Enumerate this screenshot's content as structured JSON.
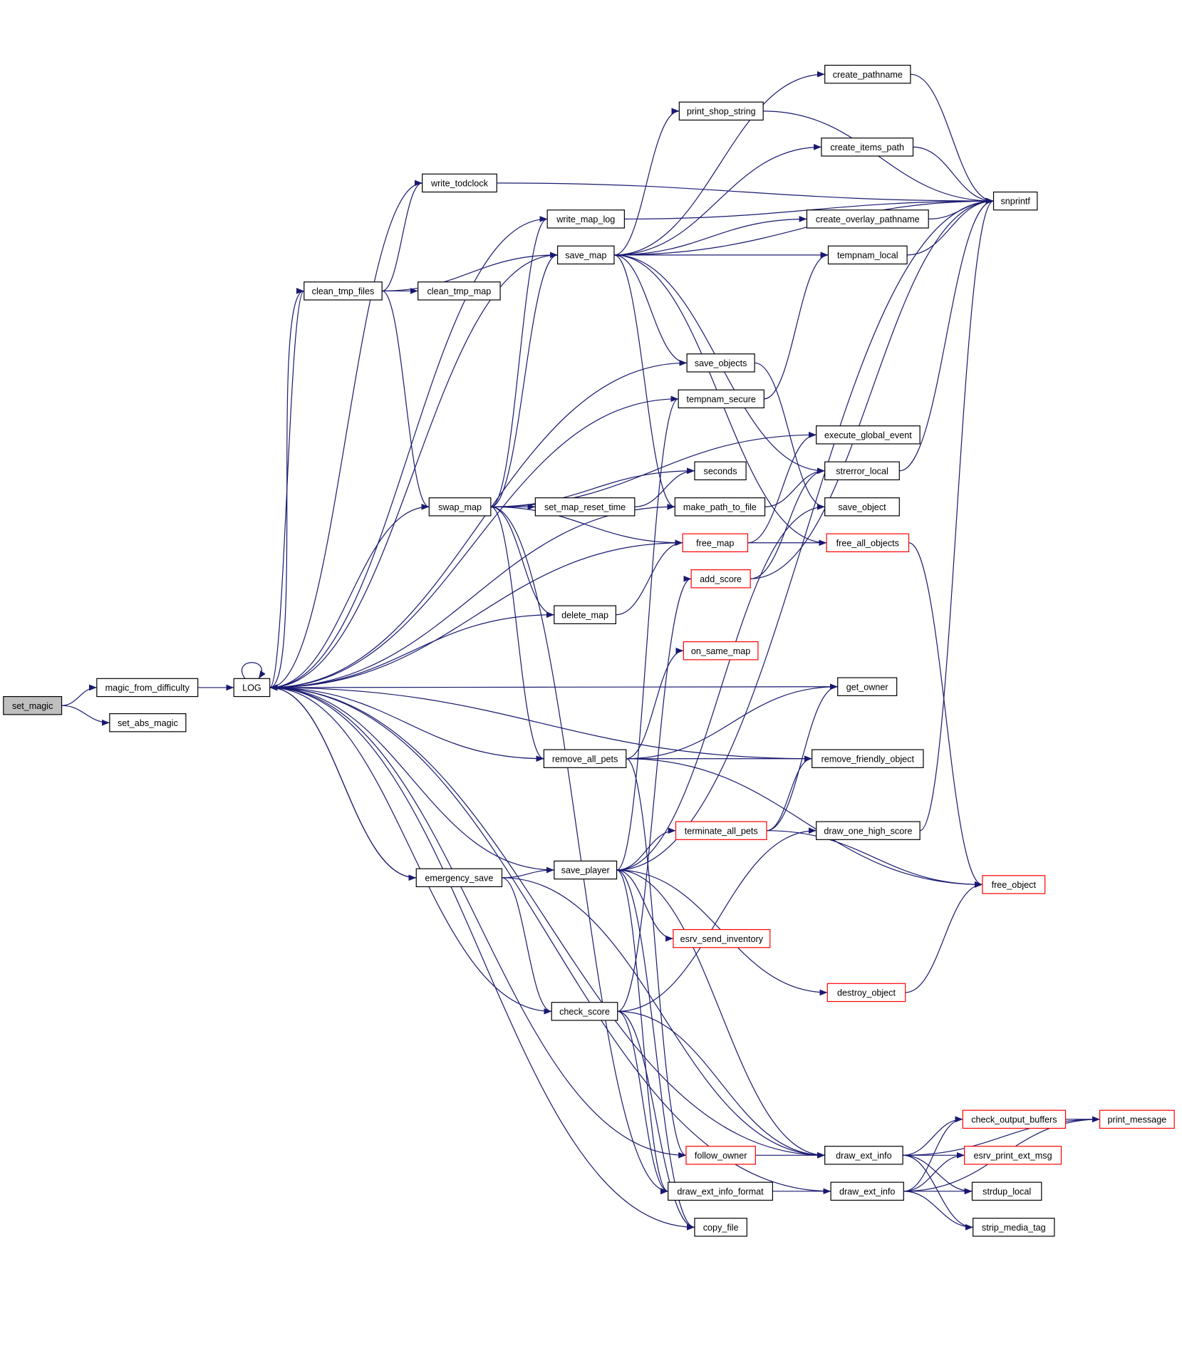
{
  "colors": {
    "edge": "#191970",
    "truncated_border": "#ff0000",
    "root_fill": "#bfbfbf"
  },
  "nodes": {
    "set_magic": {
      "label": "set_magic",
      "root": true
    },
    "magic_from_difficulty": {
      "label": "magic_from_difficulty"
    },
    "set_abs_magic": {
      "label": "set_abs_magic"
    },
    "LOG": {
      "label": "LOG"
    },
    "write_todclock": {
      "label": "write_todclock"
    },
    "clean_tmp_files": {
      "label": "clean_tmp_files"
    },
    "clean_tmp_map": {
      "label": "clean_tmp_map"
    },
    "write_map_log": {
      "label": "write_map_log"
    },
    "save_map": {
      "label": "save_map"
    },
    "create_pathname": {
      "label": "create_pathname"
    },
    "print_shop_string": {
      "label": "print_shop_string"
    },
    "create_items_path": {
      "label": "create_items_path"
    },
    "snprintf": {
      "label": "snprintf"
    },
    "create_overlay_pathname": {
      "label": "create_overlay_pathname"
    },
    "tempnam_local": {
      "label": "tempnam_local"
    },
    "save_objects": {
      "label": "save_objects"
    },
    "tempnam_secure": {
      "label": "tempnam_secure"
    },
    "execute_global_event": {
      "label": "execute_global_event"
    },
    "seconds": {
      "label": "seconds"
    },
    "strerror_local": {
      "label": "strerror_local"
    },
    "swap_map": {
      "label": "swap_map"
    },
    "set_map_reset_time": {
      "label": "set_map_reset_time"
    },
    "make_path_to_file": {
      "label": "make_path_to_file"
    },
    "save_object": {
      "label": "save_object"
    },
    "free_map": {
      "label": "free_map",
      "truncated": true
    },
    "free_all_objects": {
      "label": "free_all_objects",
      "truncated": true
    },
    "add_score": {
      "label": "add_score",
      "truncated": true
    },
    "delete_map": {
      "label": "delete_map"
    },
    "on_same_map": {
      "label": "on_same_map",
      "truncated": true
    },
    "get_owner": {
      "label": "get_owner"
    },
    "remove_all_pets": {
      "label": "remove_all_pets"
    },
    "remove_friendly_object": {
      "label": "remove_friendly_object"
    },
    "terminate_all_pets": {
      "label": "terminate_all_pets",
      "truncated": true
    },
    "draw_one_high_score": {
      "label": "draw_one_high_score"
    },
    "save_player": {
      "label": "save_player"
    },
    "emergency_save": {
      "label": "emergency_save"
    },
    "free_object": {
      "label": "free_object",
      "truncated": true
    },
    "esrv_send_inventory": {
      "label": "esrv_send_inventory",
      "truncated": true
    },
    "destroy_object": {
      "label": "destroy_object",
      "truncated": true
    },
    "check_score": {
      "label": "check_score"
    },
    "check_output_buffers": {
      "label": "check_output_buffers",
      "truncated": true
    },
    "print_message": {
      "label": "print_message",
      "truncated": true
    },
    "follow_owner": {
      "label": "follow_owner",
      "truncated": true
    },
    "draw_ext_info_1": {
      "label": "draw_ext_info"
    },
    "esrv_print_ext_msg": {
      "label": "esrv_print_ext_msg",
      "truncated": true
    },
    "draw_ext_info_format": {
      "label": "draw_ext_info_format"
    },
    "draw_ext_info_2": {
      "label": "draw_ext_info"
    },
    "strdup_local": {
      "label": "strdup_local"
    },
    "copy_file": {
      "label": "copy_file"
    },
    "strip_media_tag": {
      "label": "strip_media_tag"
    }
  },
  "edges": [
    [
      "set_magic",
      "magic_from_difficulty"
    ],
    [
      "set_magic",
      "set_abs_magic"
    ],
    [
      "magic_from_difficulty",
      "LOG"
    ],
    [
      "LOG",
      "LOG"
    ],
    [
      "LOG",
      "clean_tmp_files"
    ],
    [
      "LOG",
      "emergency_save"
    ],
    [
      "LOG",
      "draw_ext_info_1"
    ],
    [
      "clean_tmp_files",
      "write_todclock"
    ],
    [
      "clean_tmp_files",
      "clean_tmp_map"
    ],
    [
      "clean_tmp_files",
      "save_map"
    ],
    [
      "clean_tmp_files",
      "swap_map"
    ],
    [
      "clean_tmp_files",
      "LOG"
    ],
    [
      "write_todclock",
      "snprintf"
    ],
    [
      "write_todclock",
      "LOG"
    ],
    [
      "write_map_log",
      "snprintf"
    ],
    [
      "write_map_log",
      "LOG"
    ],
    [
      "save_map",
      "create_pathname"
    ],
    [
      "save_map",
      "print_shop_string"
    ],
    [
      "save_map",
      "create_items_path"
    ],
    [
      "save_map",
      "snprintf"
    ],
    [
      "save_map",
      "create_overlay_pathname"
    ],
    [
      "save_map",
      "tempnam_local"
    ],
    [
      "save_map",
      "save_objects"
    ],
    [
      "save_map",
      "strerror_local"
    ],
    [
      "save_map",
      "free_all_objects"
    ],
    [
      "save_map",
      "make_path_to_file"
    ],
    [
      "save_map",
      "LOG"
    ],
    [
      "create_pathname",
      "snprintf"
    ],
    [
      "print_shop_string",
      "snprintf"
    ],
    [
      "create_items_path",
      "snprintf"
    ],
    [
      "create_overlay_pathname",
      "snprintf"
    ],
    [
      "tempnam_local",
      "snprintf"
    ],
    [
      "save_objects",
      "LOG"
    ],
    [
      "save_objects",
      "save_object"
    ],
    [
      "tempnam_secure",
      "tempnam_local"
    ],
    [
      "tempnam_secure",
      "LOG"
    ],
    [
      "swap_map",
      "write_map_log"
    ],
    [
      "swap_map",
      "save_map"
    ],
    [
      "swap_map",
      "execute_global_event"
    ],
    [
      "swap_map",
      "seconds"
    ],
    [
      "swap_map",
      "set_map_reset_time"
    ],
    [
      "swap_map",
      "free_map"
    ],
    [
      "swap_map",
      "delete_map"
    ],
    [
      "swap_map",
      "remove_all_pets"
    ],
    [
      "swap_map",
      "LOG"
    ],
    [
      "swap_map",
      "draw_ext_info_format"
    ],
    [
      "set_map_reset_time",
      "seconds"
    ],
    [
      "make_path_to_file",
      "strerror_local"
    ],
    [
      "make_path_to_file",
      "LOG"
    ],
    [
      "free_map",
      "execute_global_event"
    ],
    [
      "free_map",
      "free_all_objects"
    ],
    [
      "free_map",
      "LOG"
    ],
    [
      "strerror_local",
      "snprintf"
    ],
    [
      "add_score",
      "strerror_local"
    ],
    [
      "add_score",
      "snprintf"
    ],
    [
      "delete_map",
      "free_map"
    ],
    [
      "delete_map",
      "LOG"
    ],
    [
      "get_owner",
      "LOG"
    ],
    [
      "remove_all_pets",
      "on_same_map"
    ],
    [
      "remove_all_pets",
      "get_owner"
    ],
    [
      "remove_all_pets",
      "remove_friendly_object"
    ],
    [
      "remove_all_pets",
      "free_object"
    ],
    [
      "remove_all_pets",
      "follow_owner"
    ],
    [
      "remove_all_pets",
      "LOG"
    ],
    [
      "remove_friendly_object",
      "LOG"
    ],
    [
      "terminate_all_pets",
      "get_owner"
    ],
    [
      "terminate_all_pets",
      "remove_friendly_object"
    ],
    [
      "terminate_all_pets",
      "free_object"
    ],
    [
      "draw_one_high_score",
      "snprintf"
    ],
    [
      "emergency_save",
      "save_player"
    ],
    [
      "emergency_save",
      "check_score"
    ],
    [
      "emergency_save",
      "LOG"
    ],
    [
      "emergency_save",
      "draw_ext_info_1"
    ],
    [
      "save_player",
      "LOG"
    ],
    [
      "save_player",
      "tempnam_secure"
    ],
    [
      "save_player",
      "save_object"
    ],
    [
      "save_player",
      "terminate_all_pets"
    ],
    [
      "save_player",
      "esrv_send_inventory"
    ],
    [
      "save_player",
      "destroy_object"
    ],
    [
      "save_player",
      "draw_ext_info_1"
    ],
    [
      "save_player",
      "draw_ext_info_format"
    ],
    [
      "save_player",
      "copy_file"
    ],
    [
      "save_player",
      "snprintf"
    ],
    [
      "check_score",
      "add_score"
    ],
    [
      "check_score",
      "draw_one_high_score"
    ],
    [
      "check_score",
      "draw_ext_info_1"
    ],
    [
      "check_score",
      "draw_ext_info_format"
    ],
    [
      "check_score",
      "copy_file"
    ],
    [
      "check_score",
      "LOG"
    ],
    [
      "destroy_object",
      "free_object"
    ],
    [
      "free_all_objects",
      "free_object"
    ],
    [
      "follow_owner",
      "draw_ext_info_1"
    ],
    [
      "follow_owner",
      "LOG"
    ],
    [
      "draw_ext_info_1",
      "check_output_buffers"
    ],
    [
      "draw_ext_info_1",
      "esrv_print_ext_msg"
    ],
    [
      "draw_ext_info_1",
      "strdup_local"
    ],
    [
      "draw_ext_info_1",
      "strip_media_tag"
    ],
    [
      "draw_ext_info_1",
      "print_message"
    ],
    [
      "draw_ext_info_format",
      "draw_ext_info_2"
    ],
    [
      "draw_ext_info_2",
      "check_output_buffers"
    ],
    [
      "draw_ext_info_2",
      "esrv_print_ext_msg"
    ],
    [
      "draw_ext_info_2",
      "strdup_local"
    ],
    [
      "draw_ext_info_2",
      "strip_media_tag"
    ],
    [
      "draw_ext_info_2",
      "print_message"
    ],
    [
      "draw_ext_info_2",
      "LOG"
    ],
    [
      "check_output_buffers",
      "print_message"
    ],
    [
      "copy_file",
      "LOG"
    ]
  ]
}
